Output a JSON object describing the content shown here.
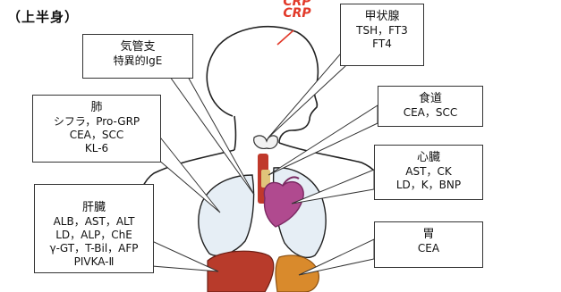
{
  "heading": "（上半身）",
  "crp_label": [
    "CRP",
    "CRP"
  ],
  "boxes": {
    "thyroid": {
      "title": "甲状腺",
      "lines": [
        "TSH，FT3",
        "FT4"
      ]
    },
    "bronchus": {
      "title": "気管支",
      "lines": [
        "特異的IgE"
      ]
    },
    "lung": {
      "title": "肺",
      "lines": [
        "シフラ，Pro-GRP",
        "CEA，SCC",
        "KL-6"
      ]
    },
    "esophagus": {
      "title": "食道",
      "lines": [
        "CEA，SCC"
      ]
    },
    "heart": {
      "title": "心臓",
      "lines": [
        "AST，CK",
        "LD，K，BNP"
      ]
    },
    "liver": {
      "title": "肝臓",
      "lines": [
        "ALB，AST，ALT",
        "LD，ALP，ChE",
        "γ-GT，T-Bil，AFP",
        "PIVKA-Ⅱ"
      ]
    },
    "stomach": {
      "title": "胃",
      "lines": [
        "CEA"
      ]
    }
  },
  "colors": {
    "heart": "#b04a8f",
    "heart_dark": "#7b2a63",
    "lung_fill": "#e6eef5",
    "liver": "#b83b2b",
    "stomach": "#d98a2c",
    "crp": "#e23a2a",
    "trachea": "#e0c47a"
  }
}
